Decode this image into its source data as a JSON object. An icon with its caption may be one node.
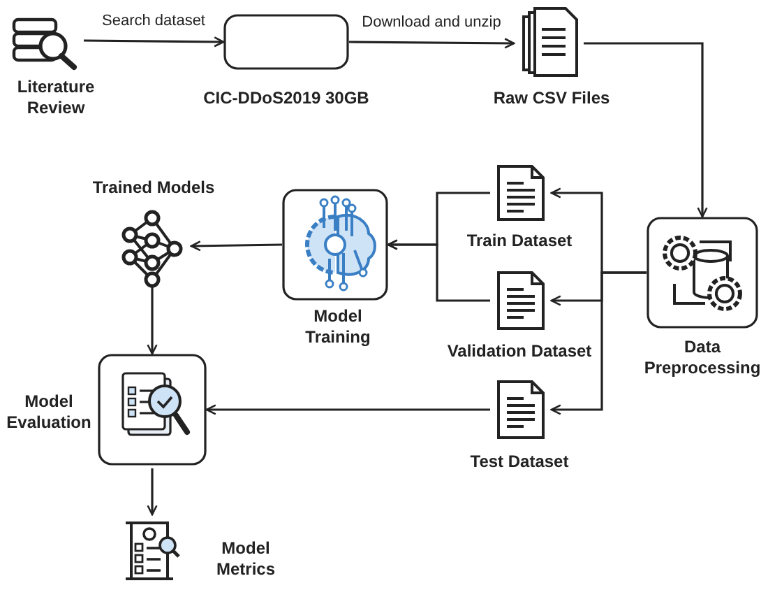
{
  "diagram": {
    "nodes": [
      {
        "text": [
          "Literature Review"
        ]
      },
      {
        "text": [
          "CIC-DDoS2019 30GB"
        ]
      },
      {
        "text": [
          "Raw CSV Files"
        ]
      },
      {
        "text": [
          "Data Preprocessing"
        ]
      },
      {
        "text": [
          "Train Dataset"
        ]
      },
      {
        "text": [
          "Validation Dataset"
        ]
      },
      {
        "text": [
          "Test Dataset"
        ]
      },
      {
        "text": [
          "Model Training"
        ]
      },
      {
        "text": [
          "Trained Models"
        ]
      },
      {
        "text": [
          "Model Evaluation"
        ]
      },
      {
        "text": [
          "Model Metrics"
        ]
      }
    ],
    "edges": [
      {
        "from": 0,
        "to": 1,
        "arrow": "to",
        "label": "Search dataset"
      },
      {
        "from": 1,
        "to": 2,
        "arrow": "to",
        "label": "Download and unzip"
      },
      {
        "from": 2,
        "to": 3,
        "arrow": "to"
      },
      {
        "from": 3,
        "to": 4,
        "arrow": "to"
      },
      {
        "from": 3,
        "to": 5,
        "arrow": "to"
      },
      {
        "from": 3,
        "to": 6,
        "arrow": "to"
      },
      {
        "from": 4,
        "to": 7,
        "arrow": "to"
      },
      {
        "from": 5,
        "to": 7,
        "arrow": "to"
      },
      {
        "from": 7,
        "to": 8,
        "arrow": "to"
      },
      {
        "from": 8,
        "to": 9,
        "arrow": "to"
      },
      {
        "from": 6,
        "to": 9,
        "arrow": "to"
      },
      {
        "from": 9,
        "to": 10,
        "arrow": "to"
      }
    ]
  }
}
